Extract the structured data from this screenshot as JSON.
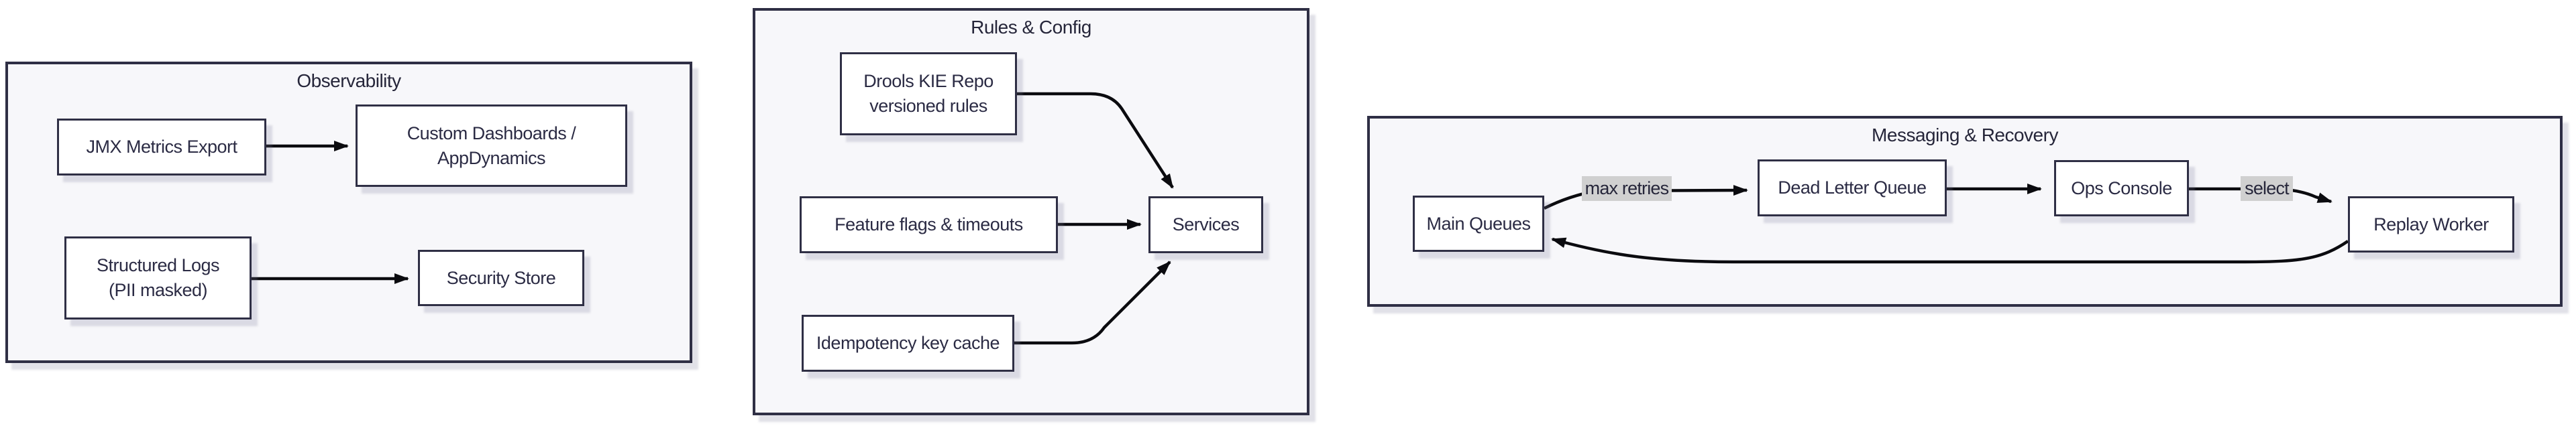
{
  "colors": {
    "canvas_bg": "#ffffff",
    "cluster_fill": "#f7f7fa",
    "cluster_border": "#2f2f45",
    "node_fill": "#ffffff",
    "node_border": "#2f2f45",
    "text": "#2b2b44",
    "edge": "#0b0b0f",
    "edge_label_bg": "#d0d0d0"
  },
  "groups": [
    {
      "title": "Observability",
      "nodes": [
        {
          "id": "jmx-metrics-export",
          "lines": [
            "JMX Metrics Export"
          ]
        },
        {
          "id": "custom-dashboards-appdynamics",
          "lines": [
            "Custom Dashboards /",
            "AppDynamics"
          ]
        },
        {
          "id": "structured-logs-pii-masked",
          "lines": [
            "Structured Logs",
            "(PII masked)"
          ]
        },
        {
          "id": "security-store",
          "lines": [
            "Security Store"
          ]
        }
      ],
      "edges": [
        {
          "from": "JMX Metrics Export",
          "to": "Custom Dashboards / AppDynamics",
          "label": ""
        },
        {
          "from": "Structured Logs (PII masked)",
          "to": "Security Store",
          "label": ""
        }
      ]
    },
    {
      "title": "Rules & Config",
      "nodes": [
        {
          "id": "drools-kie-repo-versioned-rules",
          "lines": [
            "Drools KIE Repo",
            "versioned rules"
          ]
        },
        {
          "id": "feature-flags-timeouts",
          "lines": [
            "Feature flags & timeouts"
          ]
        },
        {
          "id": "idempotency-key-cache",
          "lines": [
            "Idempotency key cache"
          ]
        },
        {
          "id": "services",
          "lines": [
            "Services"
          ]
        }
      ],
      "edges": [
        {
          "from": "Drools KIE Repo versioned rules",
          "to": "Services",
          "label": ""
        },
        {
          "from": "Feature flags & timeouts",
          "to": "Services",
          "label": ""
        },
        {
          "from": "Idempotency key cache",
          "to": "Services",
          "label": ""
        }
      ]
    },
    {
      "title": "Messaging & Recovery",
      "nodes": [
        {
          "id": "main-queues",
          "lines": [
            "Main Queues"
          ]
        },
        {
          "id": "dead-letter-queue",
          "lines": [
            "Dead Letter Queue"
          ]
        },
        {
          "id": "ops-console",
          "lines": [
            "Ops Console"
          ]
        },
        {
          "id": "replay-worker",
          "lines": [
            "Replay Worker"
          ]
        }
      ],
      "edges": [
        {
          "from": "Main Queues",
          "to": "Dead Letter Queue",
          "label": "max retries"
        },
        {
          "from": "Dead Letter Queue",
          "to": "Ops Console",
          "label": ""
        },
        {
          "from": "Ops Console",
          "to": "Replay Worker",
          "label": "select"
        },
        {
          "from": "Replay Worker",
          "to": "Main Queues",
          "label": ""
        }
      ]
    }
  ]
}
